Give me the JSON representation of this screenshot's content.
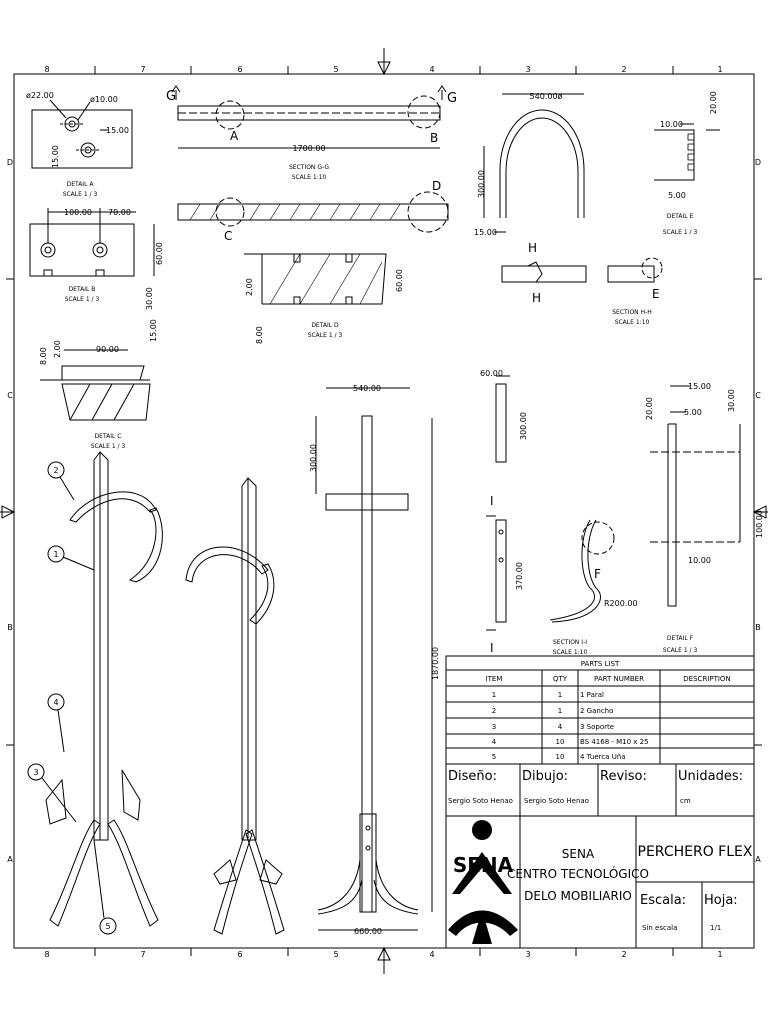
{
  "border": {
    "columns_top": [
      "8",
      "7",
      "6",
      "5",
      "4",
      "3",
      "2",
      "1"
    ],
    "columns_bottom": [
      "8",
      "7",
      "6",
      "5",
      "4",
      "3",
      "2",
      "1"
    ],
    "rows": [
      "D",
      "C",
      "B",
      "A"
    ]
  },
  "details": {
    "detail_a": {
      "label": "DETAIL  A",
      "scale": "SCALE 1 / 3",
      "dims": [
        "ø22.00",
        "ø10.00",
        "15.00",
        "15.00"
      ]
    },
    "detail_b": {
      "label": "DETAIL  B",
      "scale": "SCALE 1 / 3",
      "dims": [
        "100.00",
        "70.00",
        "60.00",
        "30.00"
      ]
    },
    "detail_c": {
      "label": "DETAIL  C",
      "scale": "SCALE 1 / 3",
      "dims": [
        "8.00",
        "2.00",
        "90.00",
        "15.00"
      ]
    },
    "detail_d": {
      "label": "DETAIL  D",
      "scale": "SCALE 1 / 3",
      "dims": [
        "2.00",
        "8.00",
        "60.00"
      ]
    },
    "detail_e": {
      "label": "DETAIL  E",
      "scale": "SCALE 1 / 3",
      "dims": [
        "10.00",
        "20.00",
        "5.00"
      ]
    },
    "detail_f": {
      "label": "DETAIL  F",
      "scale": "SCALE 1 / 3",
      "dims": [
        "15.00",
        "20.00",
        "5.00",
        "30.00",
        "100.00",
        "10.00"
      ]
    },
    "section_gg": {
      "label": "SECTION G-G",
      "scale": "SCALE 1:10",
      "dims": [
        "1700.00"
      ],
      "markers": [
        "G",
        "G",
        "A",
        "B",
        "C",
        "D"
      ]
    },
    "section_hh": {
      "label": "SECTION H-H",
      "scale": "SCALE 1:10",
      "markers": [
        "H",
        "H",
        "E"
      ]
    },
    "section_ii": {
      "label": "SECTION I-I",
      "scale": "SCALE 1:10",
      "markers": [
        "I",
        "I",
        "F"
      ],
      "dims": [
        "370.00",
        "R200.00"
      ]
    },
    "gancho": {
      "dims": [
        "540.00ø",
        "300.00",
        "15.00"
      ]
    },
    "soporte": {
      "dims": [
        "60.00",
        "300.00"
      ]
    },
    "front_view": {
      "dims": [
        "540.00",
        "300.00",
        "1870.00",
        "660.00"
      ]
    }
  },
  "balloons": [
    "1",
    "2",
    "3",
    "4",
    "5"
  ],
  "parts_list": {
    "title": "PARTS LIST",
    "headers": [
      "ITEM",
      "QTY",
      "PART NUMBER",
      "DESCRIPTION"
    ],
    "rows": [
      [
        "1",
        "1",
        "1 Paral",
        ""
      ],
      [
        "2",
        "1",
        "2 Gancho",
        ""
      ],
      [
        "3",
        "4",
        "3 Soporte",
        ""
      ],
      [
        "4",
        "10",
        "BS 4168 - M10 x 25",
        ""
      ],
      [
        "5",
        "10",
        "4 Tuerca Uña",
        ""
      ]
    ]
  },
  "title_block": {
    "diseno_label": "Diseño:",
    "diseno_value": "Sergio Soto Henao",
    "dibujo_label": "Dibujo:",
    "dibujo_value": "Sergio Soto Henao",
    "reviso_label": "Reviso:",
    "unidades_label": "Unidades:",
    "unidades_value": "cm",
    "logo_text": "SENA",
    "institution": [
      "SENA",
      "CENTRO TECNOLÓGICO",
      "DELO MOBILIARIO"
    ],
    "project": "PERCHERO FLEX",
    "escala_label": "Escala:",
    "escala_value": "Sin escala",
    "hoja_label": "Hoja:",
    "hoja_value": "1/1"
  }
}
